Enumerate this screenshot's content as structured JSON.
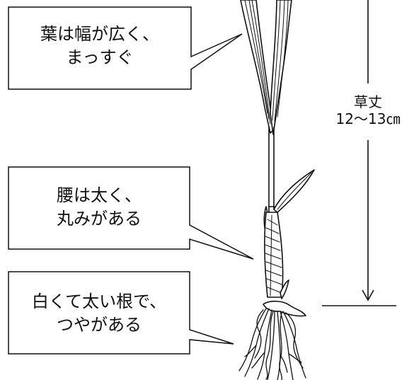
{
  "callouts": {
    "leaves": {
      "line1": "葉は幅が広く、",
      "line2": "まっすぐ"
    },
    "waist": {
      "line1": "腰は太く、",
      "line2": "丸みがある"
    },
    "roots": {
      "line1": "白くて太い根で、",
      "line2": "つやがある"
    }
  },
  "plant_height": {
    "label": "草丈",
    "value": "12〜13㎝"
  },
  "colors": {
    "stroke": "#111111",
    "fill": "#ffffff",
    "text": "#111111"
  }
}
